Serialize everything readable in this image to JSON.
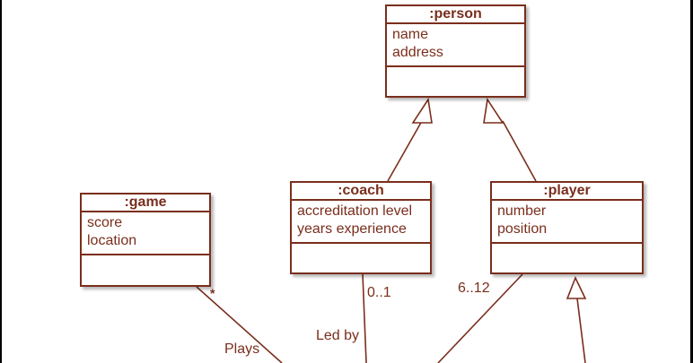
{
  "colors": {
    "stroke": "#7a2e1c",
    "frame": "#000000"
  },
  "classes": {
    "person": {
      "name": ":person",
      "attributes": [
        "name",
        "address"
      ]
    },
    "game": {
      "name": ":game",
      "attributes": [
        "score",
        "location"
      ]
    },
    "coach": {
      "name": ":coach",
      "attributes": [
        "accreditation level",
        "years experience"
      ]
    },
    "player": {
      "name": ":player",
      "attributes": [
        "number",
        "position"
      ]
    }
  },
  "labels": {
    "game_multiplicity": "*",
    "plays": "Plays",
    "coach_multiplicity": "0..1",
    "led_by": "Led by",
    "player_multiplicity": "6..12"
  }
}
